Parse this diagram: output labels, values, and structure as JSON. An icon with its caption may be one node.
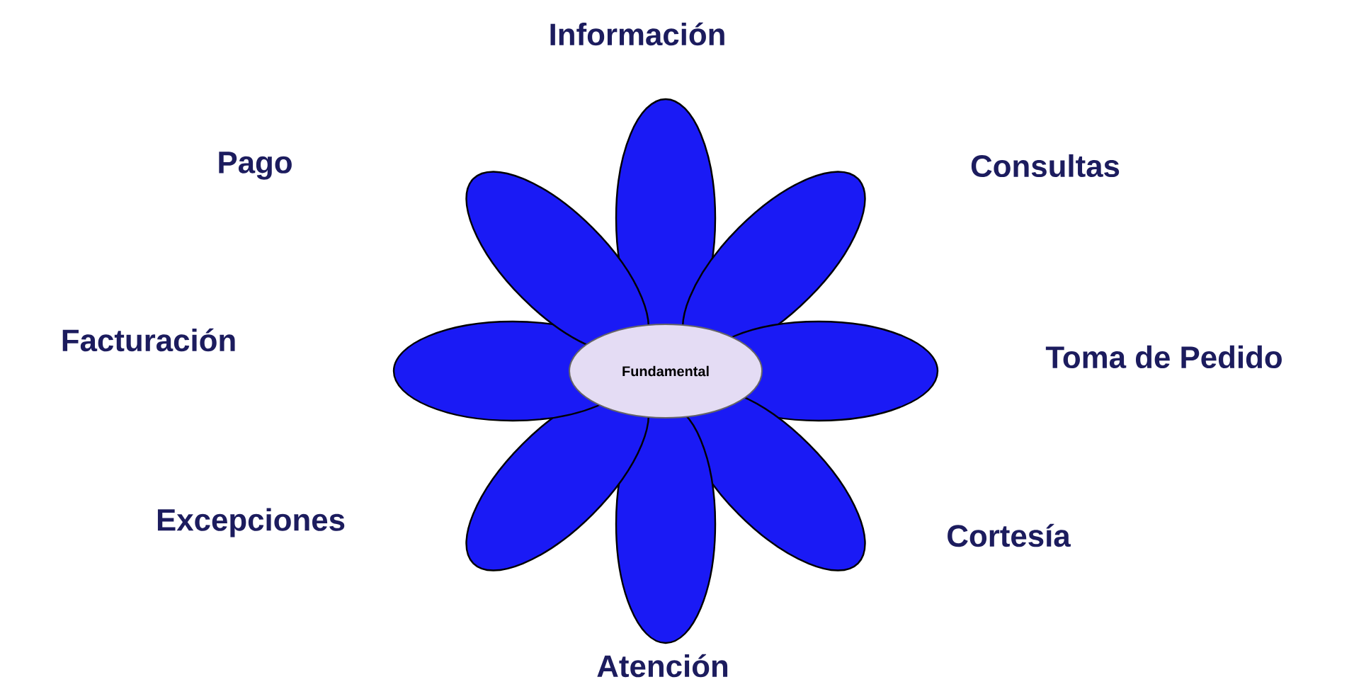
{
  "diagram": {
    "nodes": [
      {
        "text": [
          "Fundamental"
        ]
      }
    ],
    "labels": [
      "Información",
      "Pago",
      "Consultas",
      "Facturación",
      "Toma de Pedido",
      "Excepciones",
      "Cortesía",
      "Atención"
    ]
  }
}
